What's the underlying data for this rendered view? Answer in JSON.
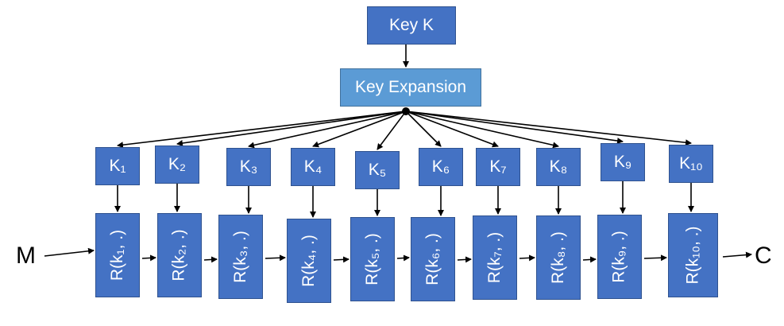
{
  "key": "Key K",
  "key_expansion": "Key Expansion",
  "input": "M",
  "output": "C",
  "round_keys": [
    "K₁",
    "K₂",
    "K₃",
    "K₄",
    "K₅",
    "K₆",
    "K₇",
    "K₈",
    "K₉",
    "K₁₀"
  ],
  "rounds": [
    "R(k₁, .)",
    "R(k₂, .)",
    "R(k₃, .)",
    "R(k₄, .)",
    "R(k₅, .)",
    "R(k₆, .)",
    "R(k₇, .)",
    "R(k₈, .)",
    "R(k₉, .)",
    "R(k₁₀, .)"
  ],
  "colors": {
    "box": "#4472c4",
    "box_light": "#5b9bd5",
    "box_border": "#2f528f",
    "text": "#ffffff",
    "arrow": "#000000"
  }
}
